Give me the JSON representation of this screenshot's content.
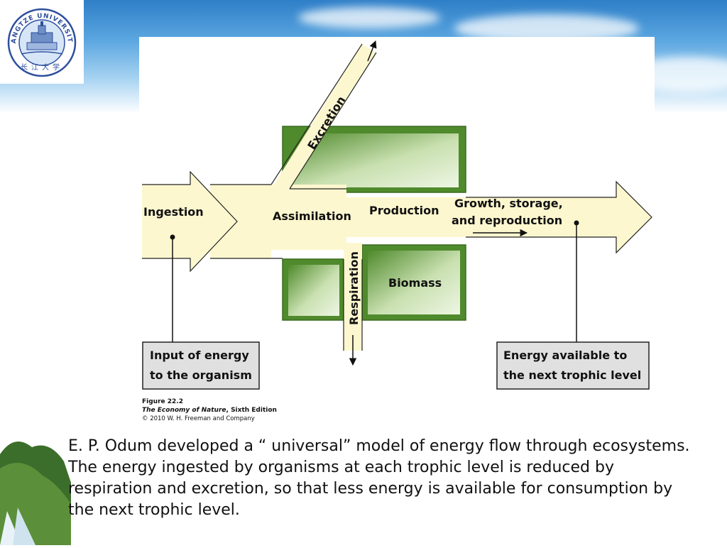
{
  "logo": {
    "arc_text": "YANGTZE UNIVERSITY",
    "chinese_text": "长江大学"
  },
  "diagram": {
    "labels": {
      "ingestion": "Ingestion",
      "assimilation": "Assimilation",
      "production": "Production",
      "growth_line1": "Growth, storage,",
      "growth_line2": "and reproduction",
      "excretion": "Excretion",
      "respiration": "Respiration",
      "biomass": "Biomass"
    },
    "boxes": {
      "input_line1": "Input of energy",
      "input_line2": "to the organism",
      "output_line1": "Energy available to",
      "output_line2": "the next trophic level"
    },
    "figure_credit": {
      "number": "Figure 22.2",
      "book_title": "The Economy of Nature",
      "edition": ", Sixth Edition",
      "copyright": "© 2010 W. H. Freeman and Company"
    },
    "colors": {
      "flow_fill": "#fdf7cf",
      "green_dark": "#4f8a2c",
      "green_light": "#dcebc8",
      "label_box": "#e0e0e0"
    }
  },
  "caption": "E. P. Odum developed a “ universal” model of energy flow through ecosystems. The energy ingested by organisms at each trophic level is reduced by respiration and excretion, so that less energy is available for consumption by the next trophic level."
}
